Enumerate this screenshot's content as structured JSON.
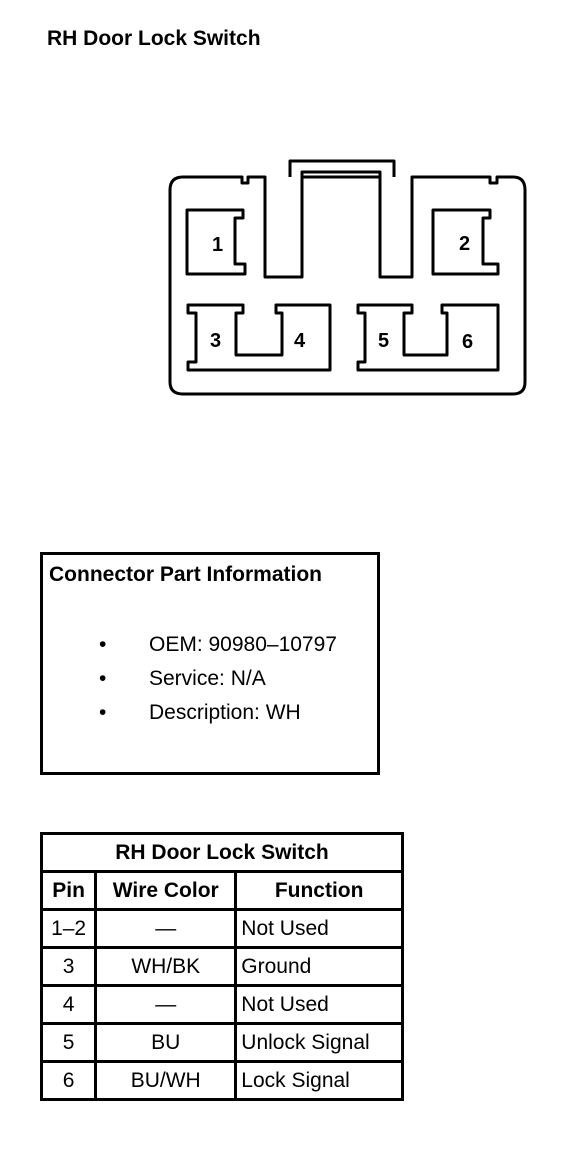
{
  "diagram": {
    "title": "RH Door Lock Switch",
    "pins": [
      "1",
      "2",
      "3",
      "4",
      "5",
      "6"
    ]
  },
  "connector_info": {
    "heading": "Connector Part Information",
    "items": [
      "OEM: 90980–10797",
      "Service: N/A",
      "Description: WH"
    ],
    "bullet": "•"
  },
  "pin_table": {
    "caption": "RH Door Lock Switch",
    "headers": [
      "Pin",
      "Wire Color",
      "Function"
    ],
    "rows": [
      [
        "1–2",
        "—",
        "Not Used"
      ],
      [
        "3",
        "WH/BK",
        "Ground"
      ],
      [
        "4",
        "—",
        "Not Used"
      ],
      [
        "5",
        "BU",
        "Unlock Signal"
      ],
      [
        "6",
        "BU/WH",
        "Lock Signal"
      ]
    ]
  }
}
